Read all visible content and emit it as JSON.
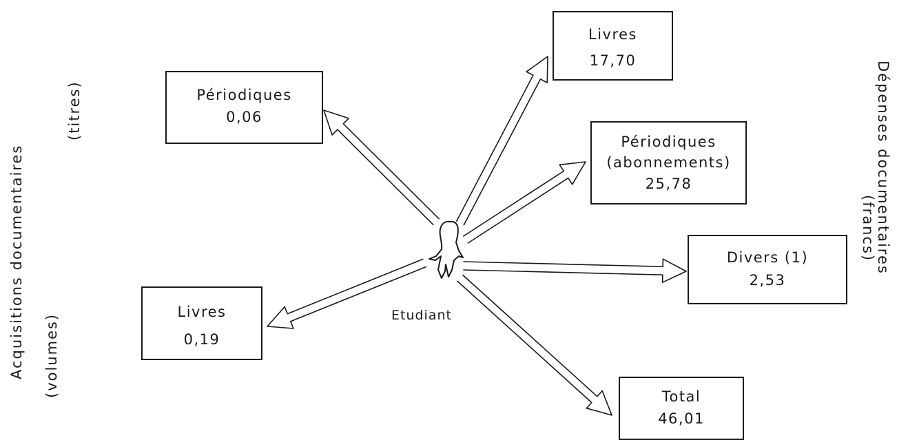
{
  "center": {
    "label": "Etudiant"
  },
  "left_axis": {
    "group_label": "Acquisitions documentaires",
    "upper_unit": "(titres)",
    "lower_unit": "(volumes)"
  },
  "right_axis": {
    "group_label": "Dépenses documentaires",
    "unit": "(francs)"
  },
  "boxes": {
    "acq_periodiques": {
      "name": "Périodiques",
      "value": "0,06"
    },
    "acq_livres": {
      "name": "Livres",
      "value": "0,19"
    },
    "dep_livres": {
      "name": "Livres",
      "value": "17,70"
    },
    "dep_periodiques": {
      "name": "Périodiques",
      "subname": "(abonnements)",
      "value": "25,78"
    },
    "dep_divers": {
      "name": "Divers (1)",
      "value": "2,53"
    },
    "dep_total": {
      "name": "Total",
      "value": "46,01"
    }
  }
}
